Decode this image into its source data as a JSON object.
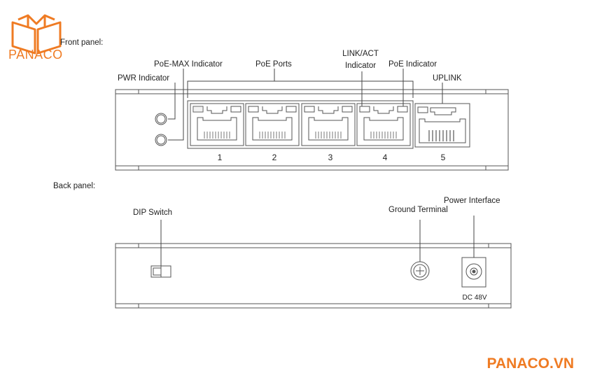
{
  "brand": {
    "logo_text": "PANACO",
    "website": "PANACO.VN",
    "accent": "#ef7b23"
  },
  "front_panel": {
    "heading": "Front panel:",
    "callouts": {
      "pwr_indicator": "PWR Indicator",
      "poe_max_indicator": "PoE-MAX Indicator",
      "poe_ports": "PoE Ports",
      "link_act_line1": "LINK/ACT",
      "link_act_line2": "Indicator",
      "poe_indicator": "PoE Indicator",
      "uplink": "UPLINK"
    },
    "port_numbers": [
      "1",
      "2",
      "3",
      "4",
      "5"
    ]
  },
  "back_panel": {
    "heading": "Back panel:",
    "callouts": {
      "dip_switch": "DIP Switch",
      "ground_terminal": "Ground Terminal",
      "power_interface": "Power Interface"
    },
    "power_rating": "DC 48V"
  },
  "colors": {
    "line": "#444444",
    "outline": "#555555"
  }
}
